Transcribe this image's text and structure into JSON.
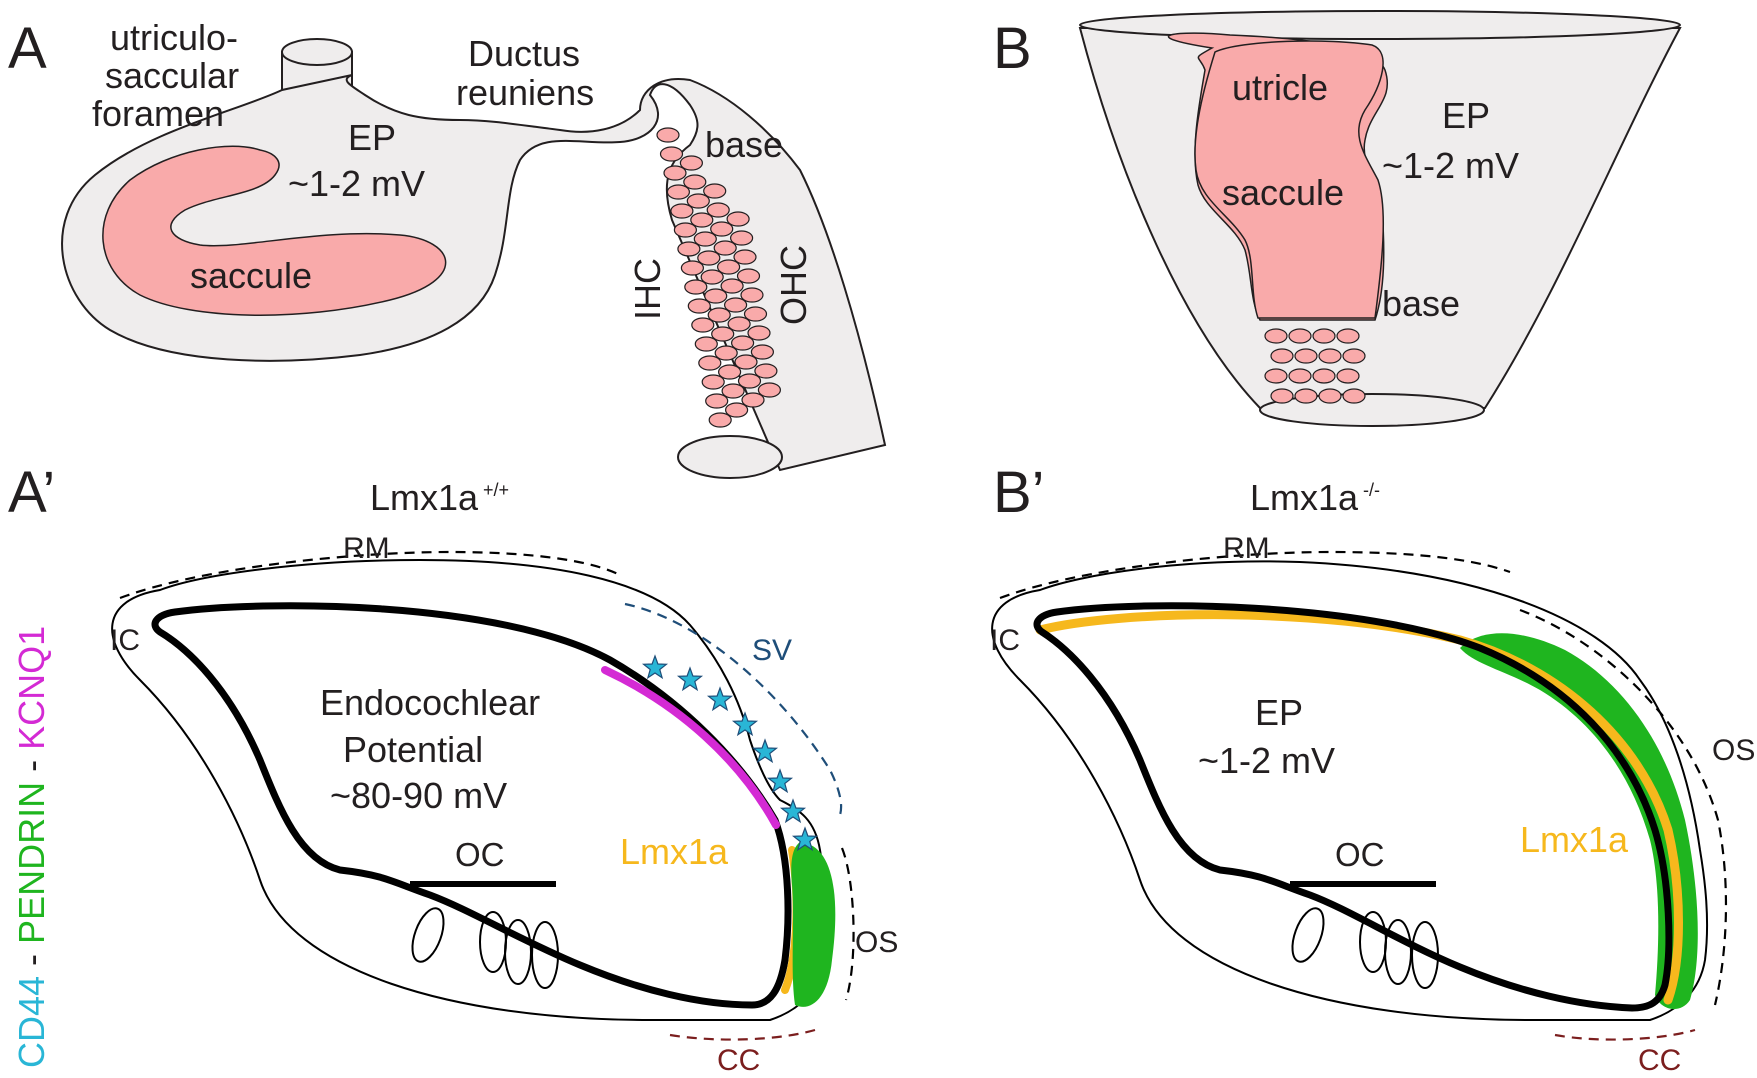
{
  "panels": {
    "a": {
      "letter": "A",
      "foramen": [
        "utriculo-",
        "saccular",
        "foramen"
      ],
      "ductus": [
        "Ductus",
        "reuniens"
      ],
      "ep": [
        "EP",
        "~1-2 mV"
      ],
      "saccule": "saccule",
      "base": "base",
      "ihc": "IHC",
      "ohc": "OHC"
    },
    "b": {
      "letter": "B",
      "utricle": "utricle",
      "saccule": "saccule",
      "ep": [
        "EP",
        "~1-2 mV"
      ],
      "base": "base"
    },
    "a_prime": {
      "letter": "A’",
      "genotype": "Lmx1a",
      "genotype_sup": "+/+",
      "rm": "RM",
      "ic": "IC",
      "sv": "SV",
      "ep": [
        "Endocochlear",
        "Potential",
        "~80-90 mV"
      ],
      "oc": "OC",
      "lmx1a": "Lmx1a",
      "os": "OS",
      "cc": "CC"
    },
    "b_prime": {
      "letter": "B’",
      "genotype": "Lmx1a",
      "genotype_sup": "-/-",
      "rm": "RM",
      "ic": "IC",
      "ep": [
        "EP",
        "~1-2 mV"
      ],
      "os": "OS",
      "oc": "OC",
      "lmx1a": "Lmx1a",
      "cc": "CC"
    }
  },
  "marker_legend": [
    {
      "label": "CD44",
      "color": "#29b6d6"
    },
    {
      "label": " - ",
      "color": "#231f20"
    },
    {
      "label": "PENDRIN",
      "color": "#1fb51f"
    },
    {
      "label": " - ",
      "color": "#231f20"
    },
    {
      "label": "KCNQ1",
      "color": "#d42ad4"
    }
  ],
  "colors": {
    "epithelium": "#efeded",
    "sensory": "#f9aaaa",
    "lmx1a": "#f6b81d",
    "pendrin": "#1fb51f",
    "kcnq1": "#d42ad4",
    "cd44": "#29b6d6",
    "sv_dash": "#1f4e79",
    "cc_dash": "#7b1e1e"
  }
}
